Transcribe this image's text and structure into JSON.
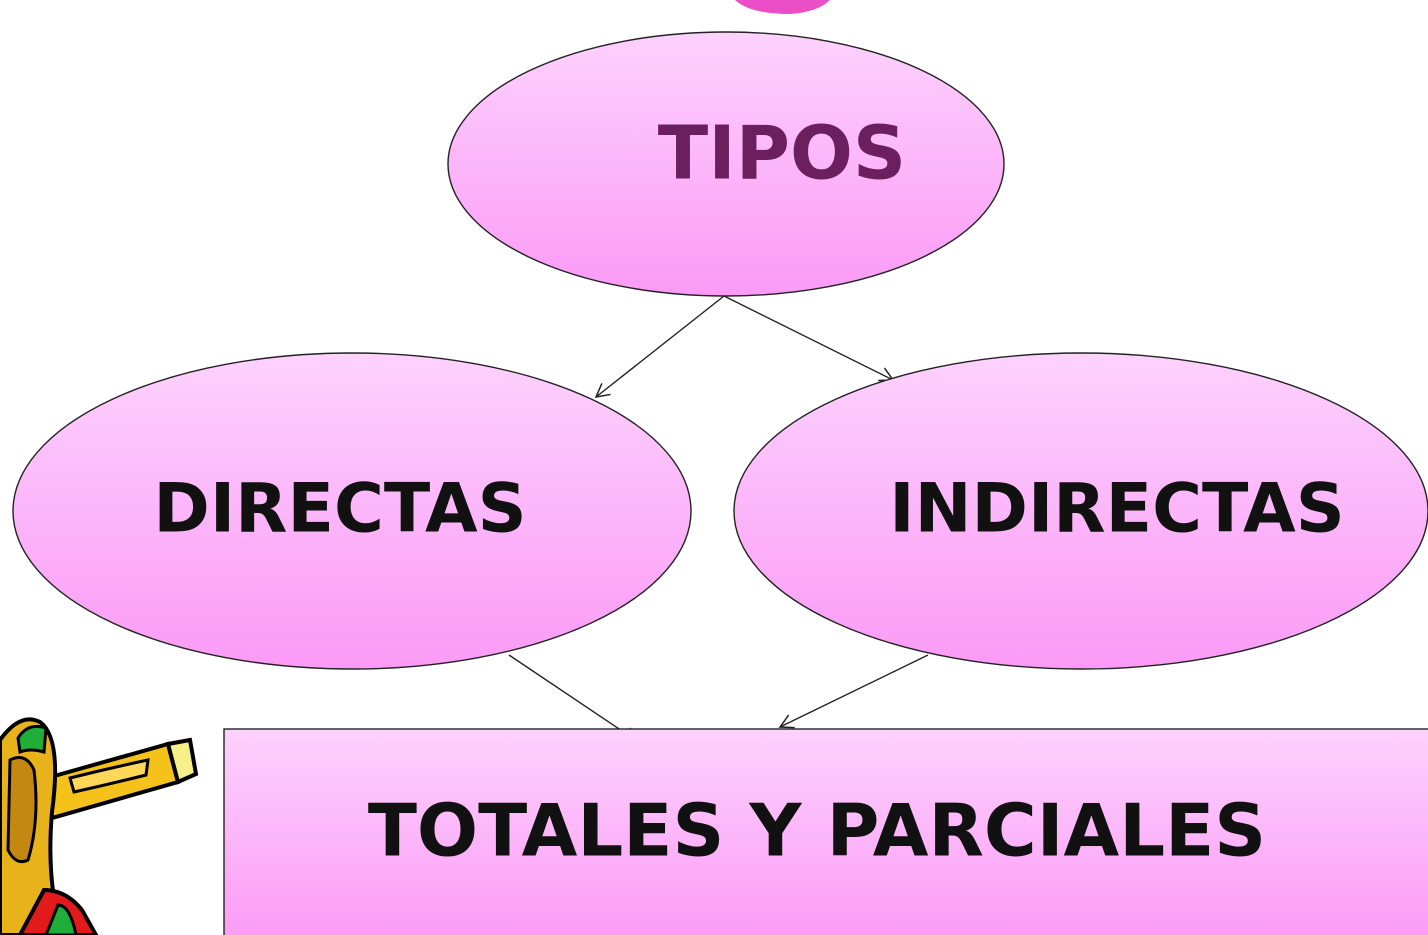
{
  "diagram": {
    "nodes": {
      "tipos": {
        "label": "TIPOS",
        "shape": "ellipse",
        "text_color": "#6b1f5e"
      },
      "directas": {
        "label": "DIRECTAS",
        "shape": "ellipse",
        "text_color": "#111111"
      },
      "indirectas": {
        "label": "INDIRECTAS",
        "shape": "ellipse",
        "text_color": "#111111"
      },
      "totales": {
        "label": "TOTALES Y PARCIALES",
        "shape": "rectangle",
        "text_color": "#111111"
      }
    },
    "edges": [
      {
        "from": "tipos",
        "to": "directas"
      },
      {
        "from": "tipos",
        "to": "indirectas"
      },
      {
        "from": "directas",
        "to": "totales"
      },
      {
        "from": "indirectas",
        "to": "totales"
      }
    ],
    "colors": {
      "fill_top": "#fdd0fd",
      "fill_bottom": "#fb9cf7",
      "stroke": "#222222",
      "top_accent": "#ea4fc8"
    },
    "clipart": {
      "icon": "pencil-pointing-hand-icon"
    }
  }
}
